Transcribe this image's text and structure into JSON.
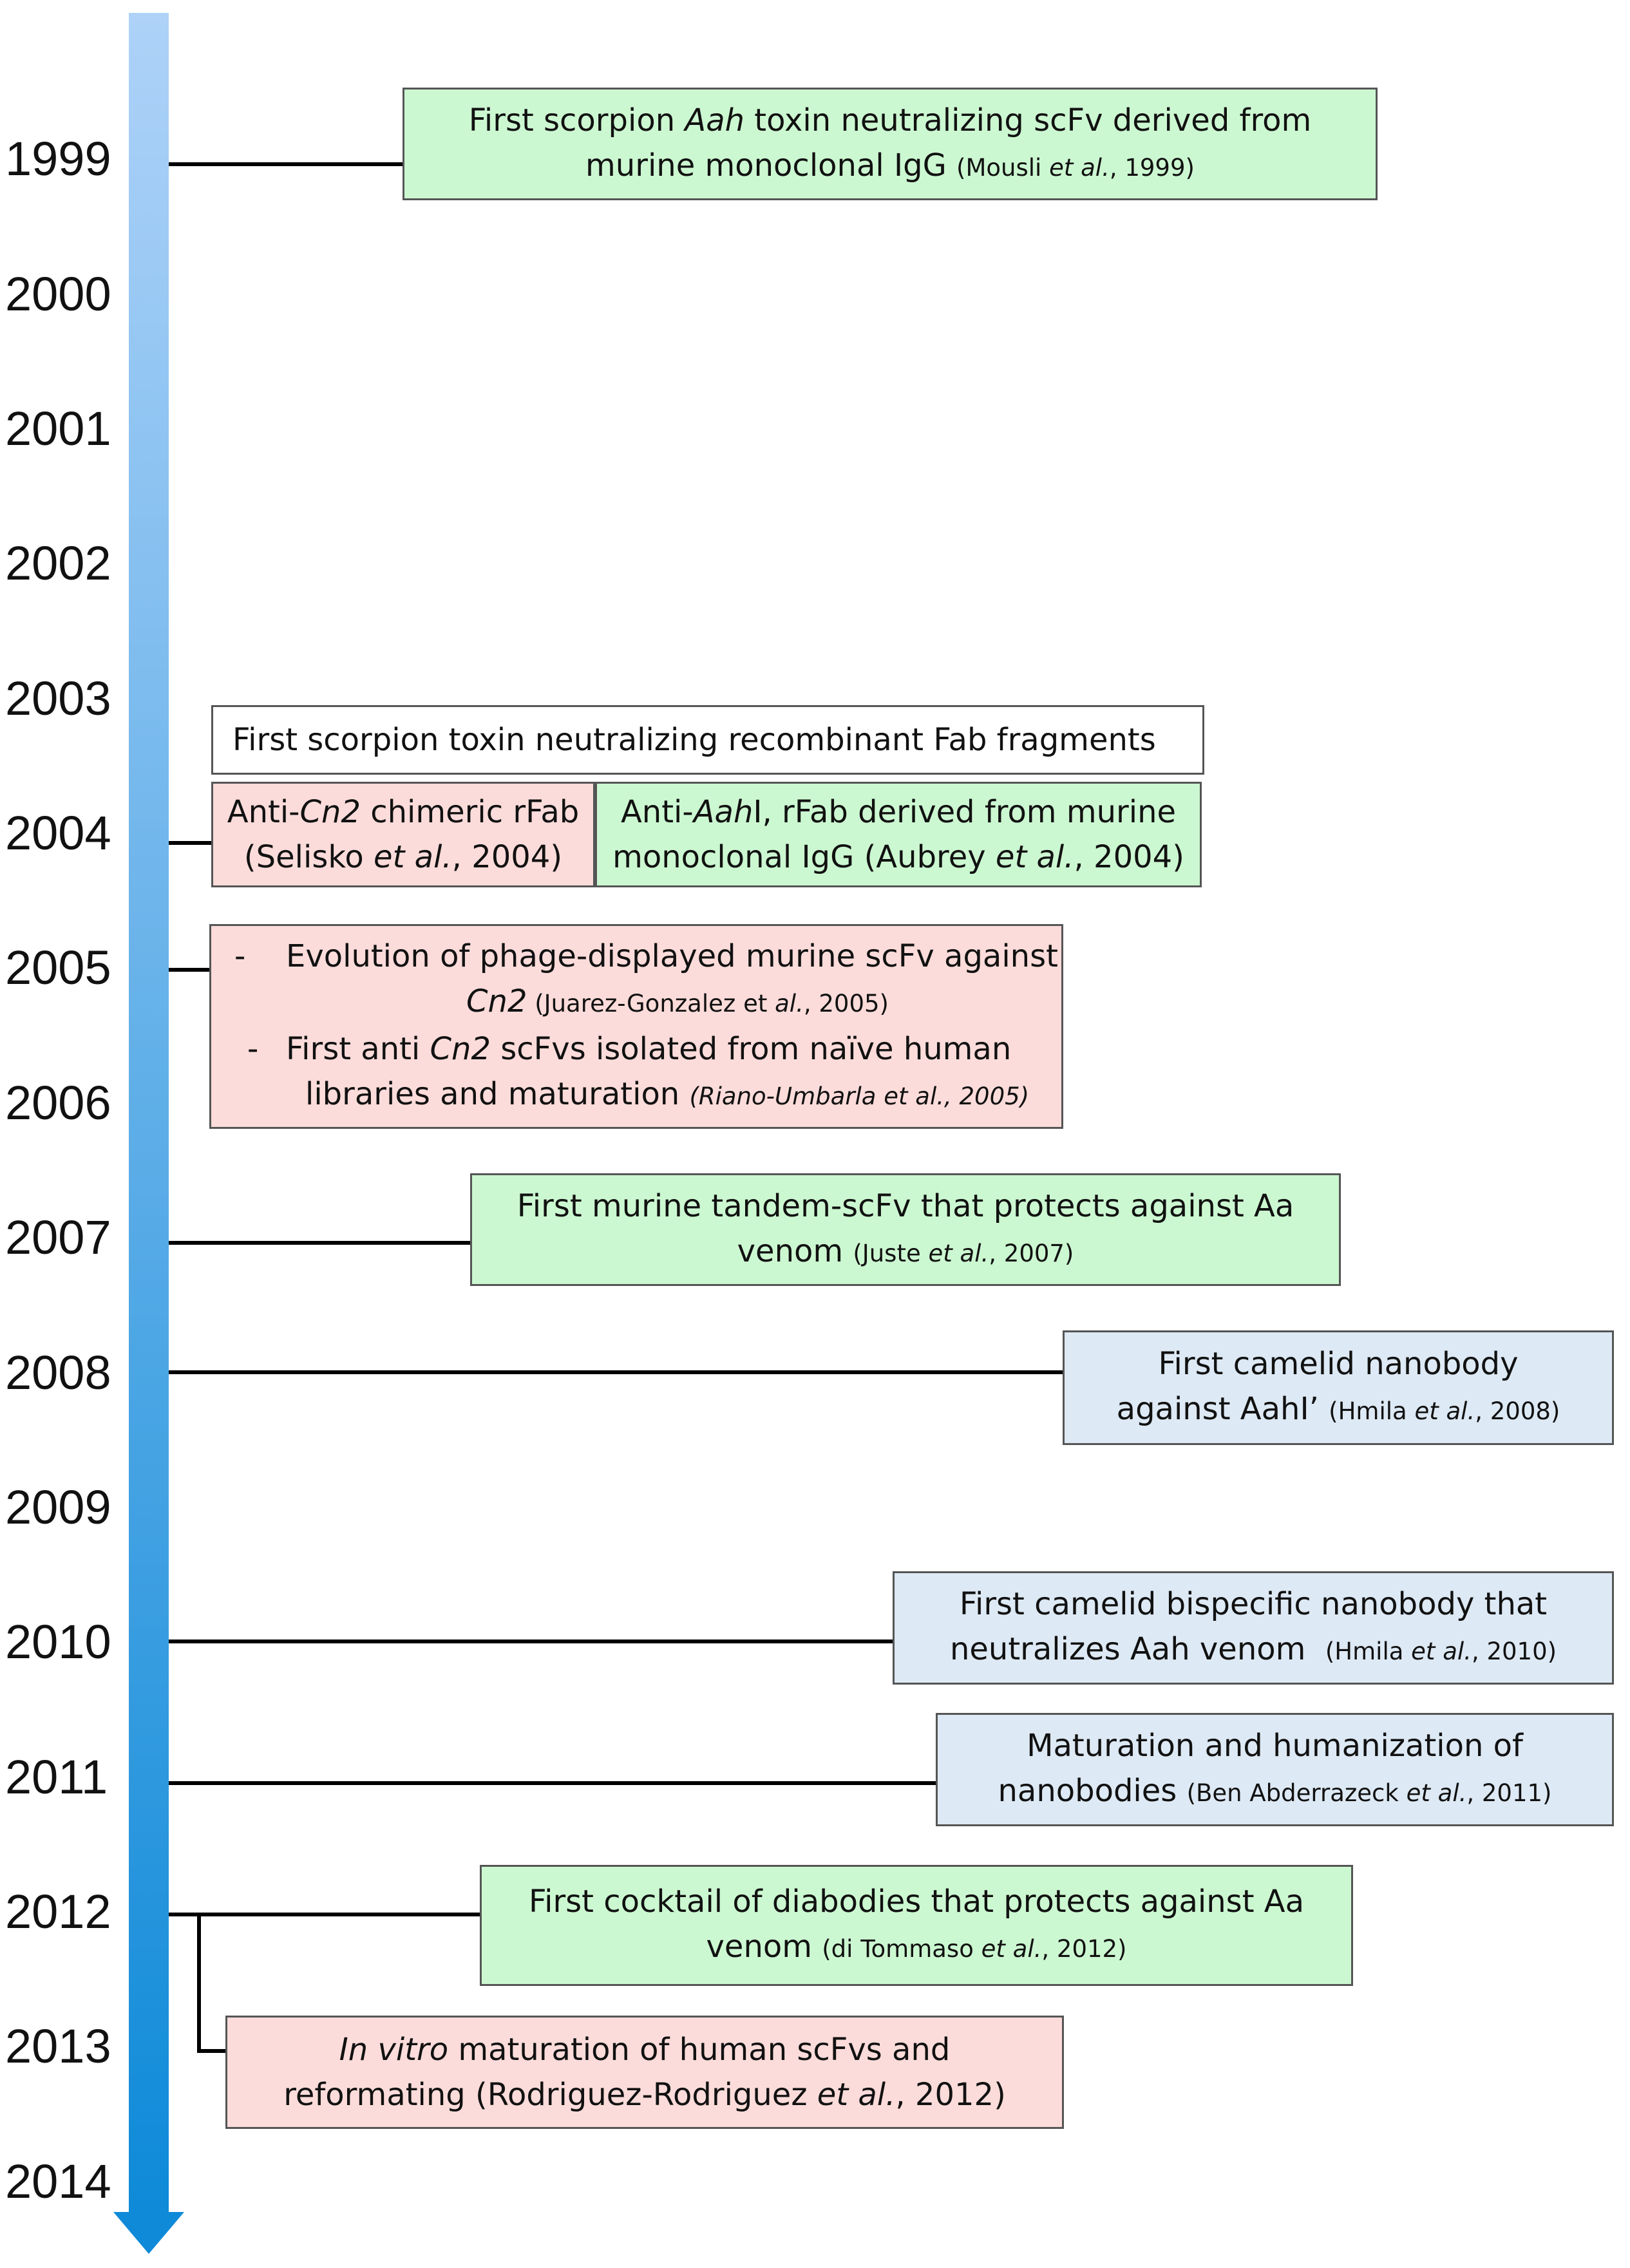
{
  "years": [
    "1999",
    "2000",
    "2001",
    "2002",
    "2003",
    "2004",
    "2005",
    "2006",
    "2007",
    "2008",
    "2009",
    "2010",
    "2011",
    "2012",
    "2013",
    "2014"
  ],
  "colors": {
    "arrow_top": "#aed2f8",
    "arrow_bottom": "#0e8ad8",
    "murine_green": "#ccf8d1",
    "human_pink": "#fbdcda",
    "camelid_blue": "#dde9f4",
    "border": "#555555"
  },
  "events": {
    "e1999": {
      "line1_a": "First scorpion ",
      "line1_b": "Aah",
      "line1_c": " toxin neutralizing scFv derived from",
      "line2_main": "murine monoclonal IgG",
      "ref_a": "(Mousli ",
      "ref_b": "et al.",
      "ref_c": ", 1999)"
    },
    "header2004": "First scorpion toxin neutralizing recombinant Fab fragments",
    "e2004_left": {
      "line1_a": "Anti-",
      "line1_b": "Cn2",
      "line1_c": " chimeric rFab",
      "line2_a": "(Selisko ",
      "line2_b": "et al.",
      "line2_c": ", 2004)"
    },
    "e2004_right": {
      "line1_a": "Anti-",
      "line1_b": "Aah",
      "line1_c": "I, rFab derived from murine",
      "line2": "monoclonal IgG (Aubrey ",
      "line2_b": "et al.",
      "line2_c": ", 2004)"
    },
    "e2005": {
      "dash": "-",
      "item1_line1": "Evolution of phage-displayed murine scFv against",
      "item1_line2_a": "Cn2",
      "item1_line2_ref_a": " (Juarez-Gonzalez et ",
      "item1_line2_ref_b": "al.",
      "item1_line2_ref_c": ", 2005)",
      "item2_line1_a": "First anti ",
      "item2_line1_b": "Cn2",
      "item2_line1_c": " scFvs  isolated from naïve human",
      "item2_line2_main": "libraries and maturation",
      "item2_line2_ref": "(Riano-Umbarla et al., 2005)"
    },
    "e2007": {
      "line1": "First murine tandem-scFv that protects against Aa",
      "line2_main": "venom",
      "ref_a": "(Juste ",
      "ref_b": "et ",
      "ref_c": "al.",
      "ref_d": ", 2007)"
    },
    "e2008": {
      "line1": "First camelid nanobody",
      "line2_main": "against AahI’",
      "ref_a": "(Hmila ",
      "ref_b": "et ",
      "ref_c": "al.",
      "ref_d": ", 2008)"
    },
    "e2010": {
      "line1": "First camelid bispecific nanobody that",
      "line2_main": "neutralizes Aah venom",
      "ref_a": "(Hmila ",
      "ref_b": "et ",
      "ref_c": "al.",
      "ref_d": ", 2010)"
    },
    "e2011": {
      "line1": "Maturation and humanization of",
      "line2_main": "nanobodies",
      "ref_a": "(Ben Abderrazeck ",
      "ref_b": "et ",
      "ref_c": "al.",
      "ref_d": ", 2011)"
    },
    "e2012": {
      "line1": "First cocktail of  diabodies that protects against Aa",
      "line2_main": "venom",
      "ref_a": "(di Tommaso ",
      "ref_b": "et ",
      "ref_c": "al.",
      "ref_d": ", 2012)"
    },
    "e2013": {
      "line1_a": "In vitro",
      "line1_b": " maturation of human scFvs and",
      "line2_a": "reformating (Rodriguez-Rodriguez ",
      "line2_b": "et al.",
      "line2_c": ", 2012)"
    }
  }
}
